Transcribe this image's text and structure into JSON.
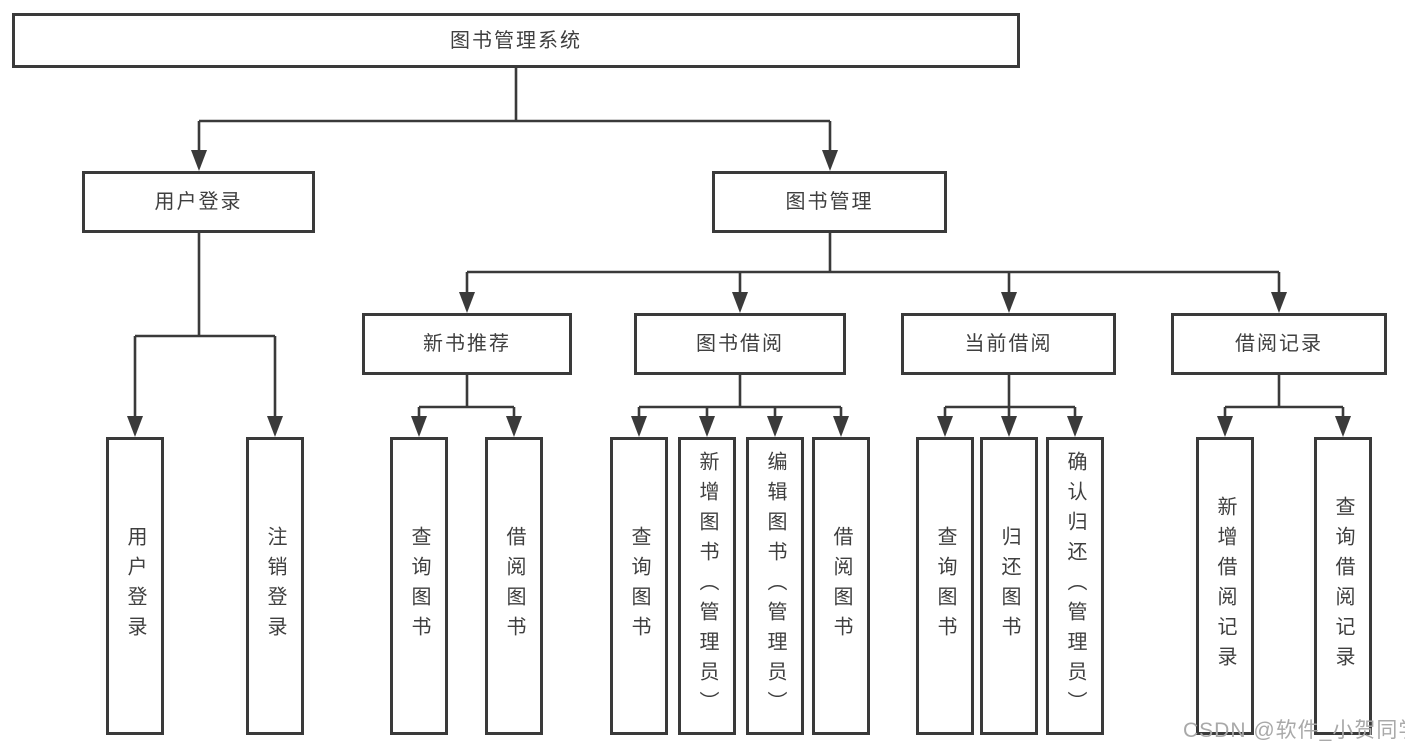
{
  "tree": {
    "root": {
      "label": "图书管理系统"
    },
    "level2": [
      {
        "id": "user-login",
        "label": "用户登录"
      },
      {
        "id": "book-management",
        "label": "图书管理"
      }
    ],
    "level3": [
      {
        "id": "new-book-recommend",
        "label": "新书推荐"
      },
      {
        "id": "book-borrowing",
        "label": "图书借阅"
      },
      {
        "id": "current-borrowing",
        "label": "当前借阅"
      },
      {
        "id": "borrowing-records",
        "label": "借阅记录"
      }
    ],
    "leaves": [
      {
        "id": "user-login-leaf",
        "parent": "用户登录",
        "label": "用户登录"
      },
      {
        "id": "logout-leaf",
        "parent": "用户登录",
        "label": "注销登录"
      },
      {
        "id": "query-books-recommend",
        "parent": "新书推荐",
        "label": "查询图书"
      },
      {
        "id": "borrow-books-recommend",
        "parent": "新书推荐",
        "label": "借阅图书"
      },
      {
        "id": "query-books-borrowing",
        "parent": "图书借阅",
        "label": "查询图书"
      },
      {
        "id": "add-books-admin",
        "parent": "图书借阅",
        "label": "新增图书（管理员）"
      },
      {
        "id": "edit-books-admin",
        "parent": "图书借阅",
        "label": "编辑图书（管理员）"
      },
      {
        "id": "borrow-books-borrowing",
        "parent": "图书借阅",
        "label": "借阅图书"
      },
      {
        "id": "query-books-current",
        "parent": "当前借阅",
        "label": "查询图书"
      },
      {
        "id": "return-books",
        "parent": "当前借阅",
        "label": "归还图书"
      },
      {
        "id": "confirm-return-admin",
        "parent": "当前借阅",
        "label": "确认归还（管理员）"
      },
      {
        "id": "add-borrow-record",
        "parent": "借阅记录",
        "label": "新增借阅记录"
      },
      {
        "id": "query-borrow-record",
        "parent": "借阅记录",
        "label": "查询借阅记录"
      }
    ]
  },
  "watermark": "CSDN @软件_小贺同学",
  "colors": {
    "border": "#3a3a3a",
    "text": "#3f3f3f",
    "background": "#ffffff",
    "watermark": "#a9a9a9"
  }
}
